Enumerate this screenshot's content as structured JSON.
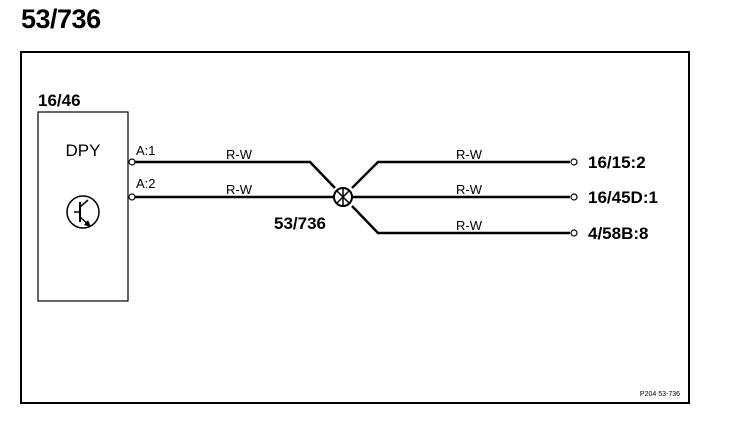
{
  "title": "53/736",
  "component": {
    "ref": "16/46",
    "name": "DPY",
    "pins": [
      "A:1",
      "A:2"
    ],
    "symbol": "transistor-icon"
  },
  "splice": {
    "label": "53/736"
  },
  "wires": {
    "left_upper": "R-W",
    "left_lower": "R-W",
    "right_upper": "R-W",
    "right_middle": "R-W",
    "right_lower": "R-W"
  },
  "destinations": [
    "16/15:2",
    "16/45D:1",
    "4/58B:8"
  ],
  "footer": "P204 53-736"
}
